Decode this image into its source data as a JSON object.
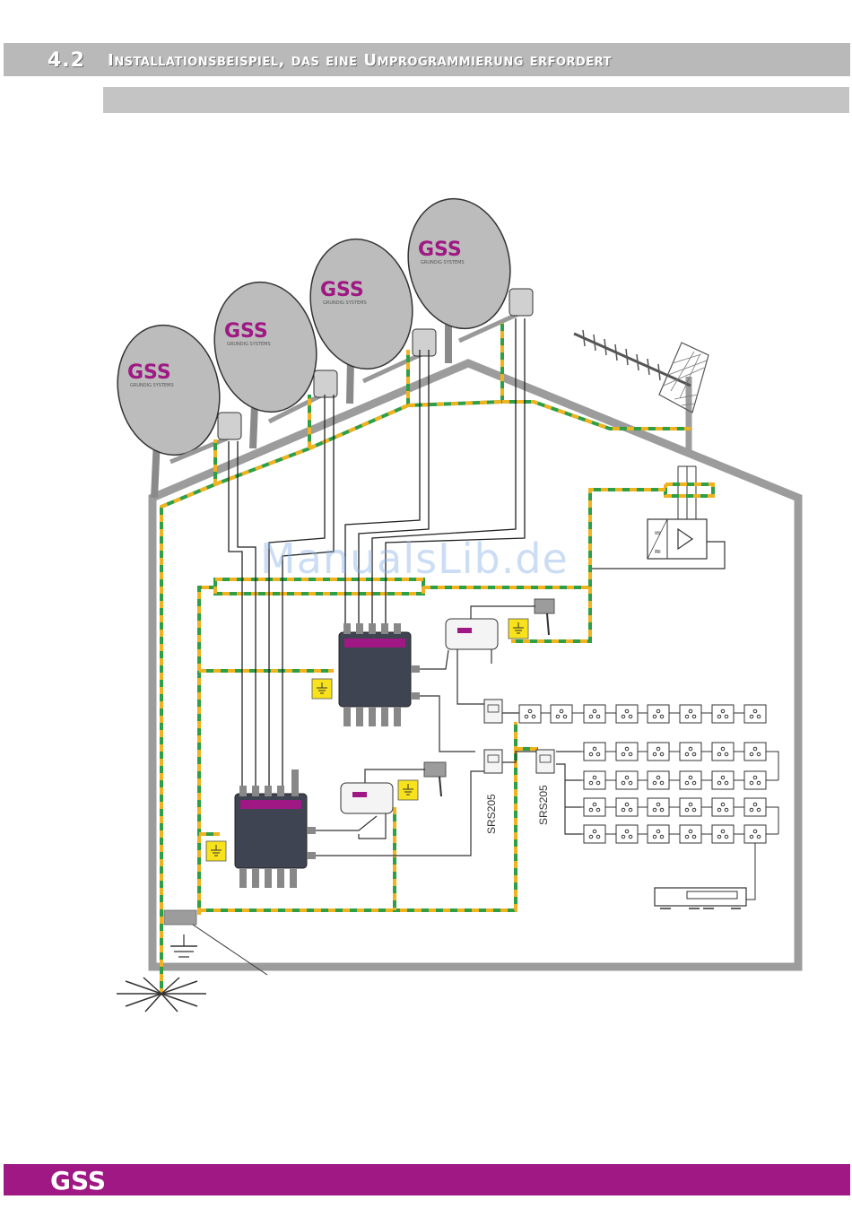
{
  "header": {
    "section_number": "4.2",
    "section_title": "Installationsbeispiel, das eine Umprogrammierung erfordert"
  },
  "diagram": {
    "dish_brand": "GSS",
    "dish_subtitle": "GRUNDIG SYSTEMS",
    "splitter_label": "SRS205",
    "wire_colors": {
      "ground_green": "#2e9e47",
      "ground_yellow": "#f0b21e",
      "house": "#9c9c9c"
    }
  },
  "watermark": "ManualsLib.de",
  "footer": {
    "logo": "GSS",
    "accent_color": "#9f1883"
  }
}
